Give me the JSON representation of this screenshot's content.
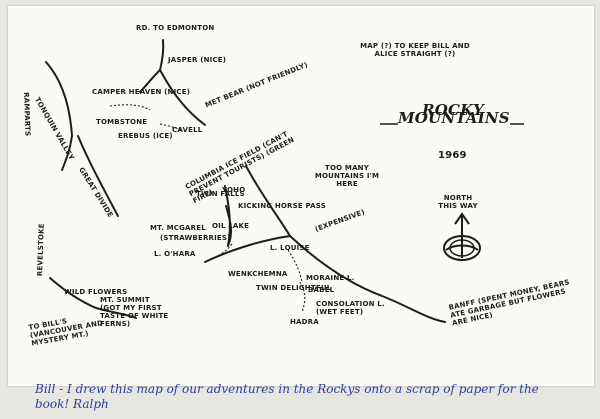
{
  "map": {
    "title": "ROCKY MOUNTAINS",
    "year": "1969",
    "note": "MAP (?) TO KEEP BILL AND ALICE STRAIGHT (?)",
    "labels": {
      "rd_edmonton": "RD. TO EDMONTON",
      "jasper": "JASPER (NICE)",
      "camper_heaven": "CAMPER HEAVEN (NICE)",
      "tonquin": "TONQUIN VALLEY",
      "ramparts": "RAMPARTS",
      "tombstone": "TOMBSTONE",
      "erebus": "EREBUS (ICE)",
      "cavell": "CAVELL",
      "met_bear": "MET BEAR (NOT FRIENDLY)",
      "great_divide": "GREAT DIVIDE",
      "columbia": "COLUMBIA ICE FIELD (CAN'T PREVENT TOURISTS) (GREEN FIRE)",
      "too_many": "TOO MANY MOUNTAINS I'M HERE",
      "twin_falls": "TWIN FALLS",
      "yoho": "YOHO",
      "kicking_horse": "KICKING HORSE PASS",
      "mt_mcgarel": "MT. MCGAREL",
      "strawberries": "(STRAWBERRIES)",
      "oil_lake": "OIL LAKE",
      "lake_ohara": "L. O'HARA",
      "lake_louise": "L. LOUISE",
      "expensive": "(EXPENSIVE)",
      "wenkchemna": "WENKCHEMNA",
      "wiwaxy": "TWIN DELIGHTFUL",
      "moraine": "MORAINE L.",
      "babel": "BABEL",
      "consolation": "CONSOLATION L. (WET FEET)",
      "hadra": "HADRA",
      "north": "NORTH THIS WAY",
      "banff": "BANFF (SPENT MONEY, BEARS ATE GARBAGE BUT FLOWERS ARE NICE)",
      "revelstoke": "REVELSTOKE",
      "wild_flowers": "WILD FLOWERS",
      "mt_summit": "MT. SUMMIT (GOT MY FIRST TASTE OF WHITE FERNS)",
      "to_bills": "TO BILL'S (VANCOUVER AND MYSTERY MT.)"
    },
    "annotation": "Bill - I drew this map of our adventures in the Rockys onto a scrap of paper for the book! Ralph",
    "colors": {
      "ink": "#1d1d1d",
      "pen": "#2b3f9b",
      "paper": "#fbfaf6"
    }
  }
}
